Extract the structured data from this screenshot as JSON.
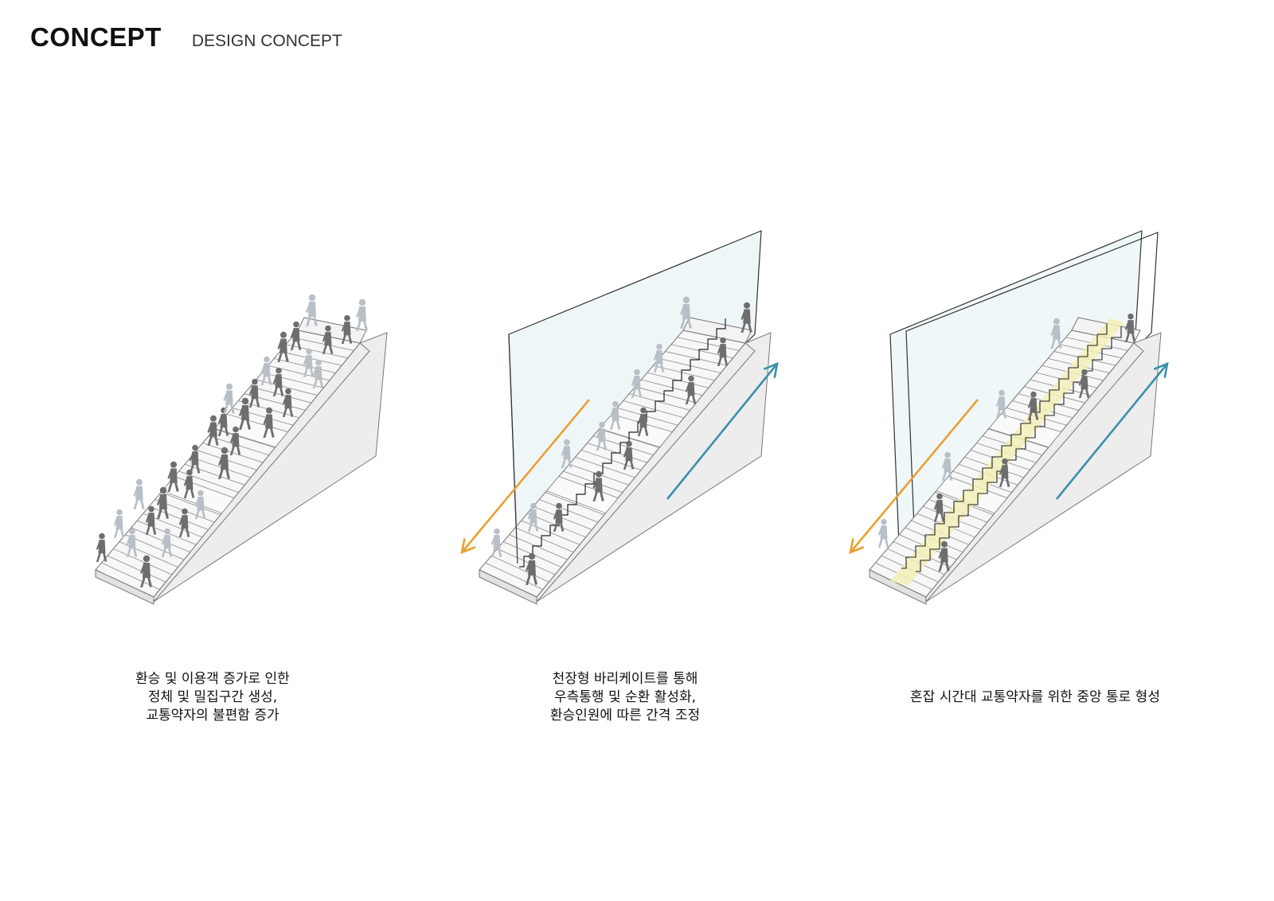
{
  "header": {
    "title": "CONCEPT",
    "subtitle": "DESIGN CONCEPT"
  },
  "panels": [
    {
      "caption": [
        "환승 및 이용객 증가로 인한",
        "정체 및 밀집구간 생성,",
        "교통약자의 불편함 증가"
      ]
    },
    {
      "caption": [
        "천장형 바리케이트를 통해",
        "우측통행 및 순환 활성화,",
        "환승인원에 따른 간격 조정"
      ]
    },
    {
      "caption": [
        "혼잡 시간대 교통약자를 위한 중앙 통로 형성"
      ]
    }
  ],
  "colors": {
    "down_arrow": "#E8A030",
    "up_arrow": "#3A90AA",
    "central_lane": "#F2EFB8",
    "barricade_fill": "#EAF3F6",
    "stair_side": "#EDEDED",
    "stair_face": "#F7F7F7",
    "person_dark": "#6E6E6E",
    "person_light": "#B9BFC6"
  }
}
